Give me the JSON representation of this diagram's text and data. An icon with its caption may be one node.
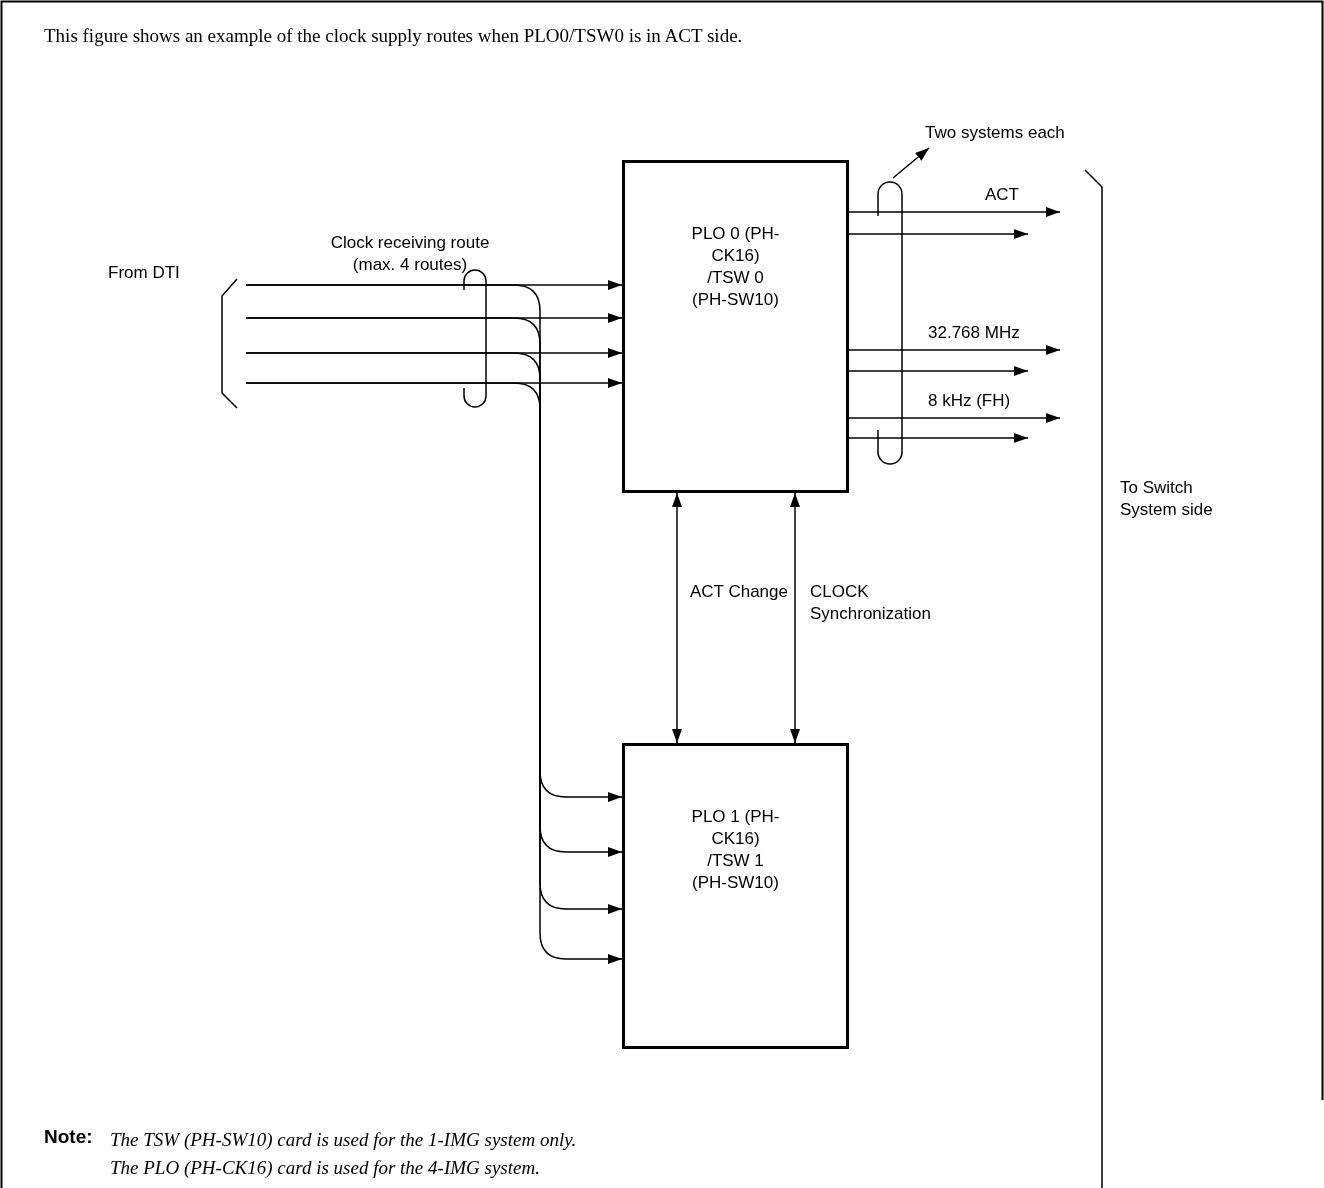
{
  "diagram": {
    "title": "This figure shows an example of the clock supply routes when PLO0/TSW0 is in ACT side.",
    "nodes": [
      {
        "text": [
          "PLO 0 (PH-CK16) /TSW 0 (PH-SW10)"
        ]
      },
      {
        "text": [
          "PLO 1 (PH-CK16) /TSW 1 (PH-SW10)"
        ]
      },
      {
        "text": [
          "Two systems each"
        ]
      },
      {
        "text": [],
        "shape": "box"
      },
      {
        "text": [
          "From DTI"
        ]
      }
    ],
    "edges": [
      {
        "from": 4,
        "to": 0,
        "arrow": "to"
      },
      {
        "from": 4,
        "to": 0,
        "arrow": "to"
      },
      {
        "from": 4,
        "to": 0,
        "arrow": "to"
      },
      {
        "from": 4,
        "to": 0,
        "arrow": "to"
      },
      {
        "from": 4,
        "to": 1,
        "arrow": "to"
      },
      {
        "from": 4,
        "to": 1,
        "arrow": "to"
      },
      {
        "from": 4,
        "to": 1,
        "arrow": "to"
      },
      {
        "from": 4,
        "to": 1,
        "arrow": "to"
      },
      {
        "from": 0,
        "to": null,
        "arrow": "to",
        "label": "ACT"
      },
      {
        "from": 0,
        "to": null,
        "arrow": "to"
      },
      {
        "from": 0,
        "to": null,
        "arrow": "to",
        "label": "32.768 MHz"
      },
      {
        "from": 0,
        "to": null,
        "arrow": "to"
      },
      {
        "from": 0,
        "to": null,
        "arrow": "to",
        "label": "8 kHz (FH)"
      },
      {
        "from": 0,
        "to": null,
        "arrow": "to"
      },
      {
        "from": 0,
        "to": 1,
        "arrow": "both",
        "label": "ACT Change"
      },
      {
        "from": 0,
        "to": 1,
        "arrow": "both",
        "label": "CLOCK Synchronization"
      },
      {
        "from": 3,
        "to": 2,
        "arrow": "to"
      }
    ],
    "labels": [
      "Clock receiving route (max. 4 routes)",
      "To Switch System side",
      "Note:",
      "The TSW (PH-SW10) card is used for the 1-IMG system only.",
      "The PLO (PH-CK16) card is used for the 4-IMG system."
    ]
  }
}
